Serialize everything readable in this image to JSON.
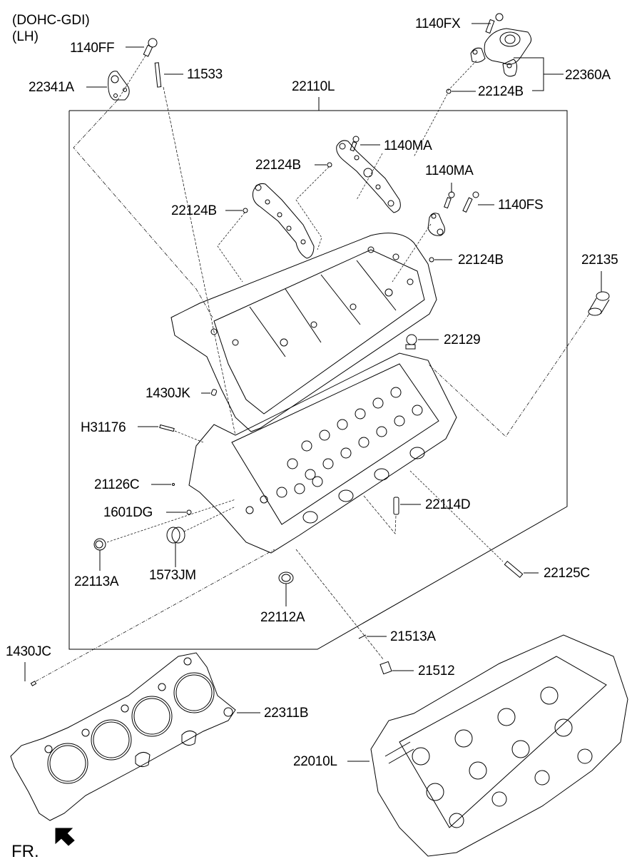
{
  "header": {
    "line1": "(DOHC-GDI)",
    "line2": "(LH)"
  },
  "callouts": {
    "p1140FF": "1140FF",
    "p22341A": "22341A",
    "p11533": "11533",
    "p22110L": "22110L",
    "p1140FX": "1140FX",
    "p22360A": "22360A",
    "p22124B_top": "22124B",
    "p1140MA_1": "1140MA",
    "p22124B_2": "22124B",
    "p22124B_3": "22124B",
    "p1140MA_2": "1140MA",
    "p1140FS": "1140FS",
    "p22124B_4": "22124B",
    "p22135": "22135",
    "p22129": "22129",
    "p1430JK": "1430JK",
    "pH31176": "H31176",
    "p21126C": "21126C",
    "p1601DG": "1601DG",
    "p22114D": "22114D",
    "p22113A": "22113A",
    "p1573JM": "1573JM",
    "p22125C": "22125C",
    "p22112A": "22112A",
    "p1430JC": "1430JC",
    "p21513A": "21513A",
    "p21512": "21512",
    "p22311B": "22311B",
    "p22010L": "22010L"
  },
  "footer": {
    "front_label": "FR."
  }
}
